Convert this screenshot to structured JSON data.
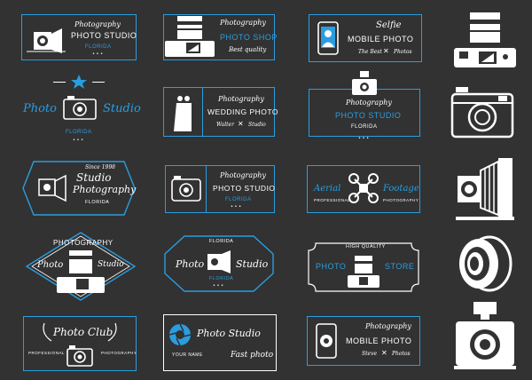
{
  "colors": {
    "background": "#323232",
    "accent": "#2a9de0",
    "line": "#ffffff"
  },
  "badges": {
    "b1": {
      "script": "Photography",
      "main": "PHOTO STUDIO",
      "sub": "FLORIDA",
      "icon": "folding-camera-icon"
    },
    "b2": {
      "script": "Photography",
      "main": "PHOTO SHOP",
      "tag": "Best quality",
      "icon": "dslr-camera-icon"
    },
    "b3": {
      "script": "Selfie",
      "main": "MOBILE PHOTO",
      "left": "The Best",
      "right": "Photos",
      "icon": "smartphone-selfie-icon"
    },
    "b5": {
      "left": "Photo",
      "right": "Studio",
      "sub": "FLORIDA",
      "icon": "rangefinder-camera-icon"
    },
    "b6": {
      "script": "Photography",
      "main": "WEDDING PHOTO",
      "left": "Walter",
      "right": "Studio",
      "icon": "wedding-couple-icon"
    },
    "b7": {
      "script": "Photography",
      "main": "PHOTO STUDIO",
      "sub": "FLORIDA",
      "icon": "camera-flash-icon"
    },
    "b9": {
      "top": "Since 1998",
      "line1": "Studio",
      "line2": "Photography",
      "sub": "FLORIDA",
      "icon": "folding-camera-icon"
    },
    "b10": {
      "script": "Photography",
      "main": "PHOTO STUDIO",
      "sub": "FLORIDA",
      "icon": "compact-camera-icon"
    },
    "b11": {
      "left": "Aerial",
      "right": "Footage",
      "sub_left": "PROFESSIONAL",
      "sub_right": "PHOTOGRAPHY",
      "icon": "drone-icon"
    },
    "b13": {
      "top": "PHOTOGRAPHY",
      "left": "Photo",
      "right": "Studio",
      "icon": "dslr-camera-icon"
    },
    "b14": {
      "top": "FLORIDA",
      "left": "Photo",
      "right": "Studio",
      "sub": "FLORIDA",
      "icon": "folding-camera-icon"
    },
    "b15": {
      "top": "HIGH QUALITY",
      "left": "PHOTO",
      "right": "STORE",
      "icon": "dslr-camera-icon"
    },
    "b17": {
      "main": "Photo Club",
      "sub_left": "PROFESSIONAL",
      "sub_right": "PHOTOGRAPHY",
      "icon": "compact-camera-icon"
    },
    "b18": {
      "main": "Photo Studio",
      "sub": "YOUR NAME",
      "tag": "Fast photo",
      "icon": "aperture-icon"
    },
    "b19": {
      "script": "Photography",
      "main": "MOBILE PHOTO",
      "left": "Steve",
      "right": "Photos",
      "icon": "smartphone-aperture-icon"
    }
  },
  "standalone_icons": [
    "dslr-camera-icon",
    "rangefinder-camera-icon",
    "folding-camera-icon",
    "camera-lens-icon",
    "camera-with-flash-icon"
  ]
}
